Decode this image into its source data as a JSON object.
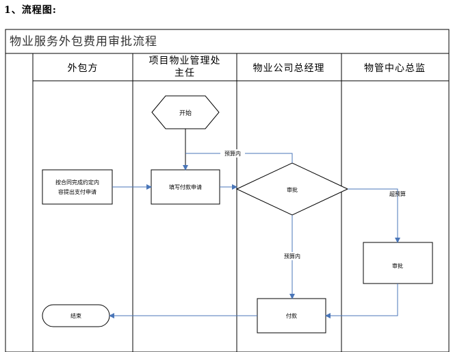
{
  "section_title": "1、流程图:",
  "diagram_title": "物业服务外包费用审批流程",
  "lanes": [
    {
      "label_lines": [
        "外包方"
      ]
    },
    {
      "label_lines": [
        "项目物业管理处",
        "主任"
      ]
    },
    {
      "label_lines": [
        "物业公司总经理"
      ]
    },
    {
      "label_lines": [
        "物管中心总监"
      ]
    }
  ],
  "nodes": {
    "start": "开始",
    "submit_request": [
      "按合同完成约定内",
      "容提出支付申请"
    ],
    "fill_payment_form": "填写付款申请",
    "gm_review": "审批",
    "director_review": "审批",
    "payment": "付款",
    "end": "结束"
  },
  "edge_labels": {
    "within_budget_top": "预算内",
    "over_budget": "超预算",
    "within_budget_down": "预算内"
  },
  "colors": {
    "line": "#000000",
    "arrow": "#4a76b8"
  }
}
